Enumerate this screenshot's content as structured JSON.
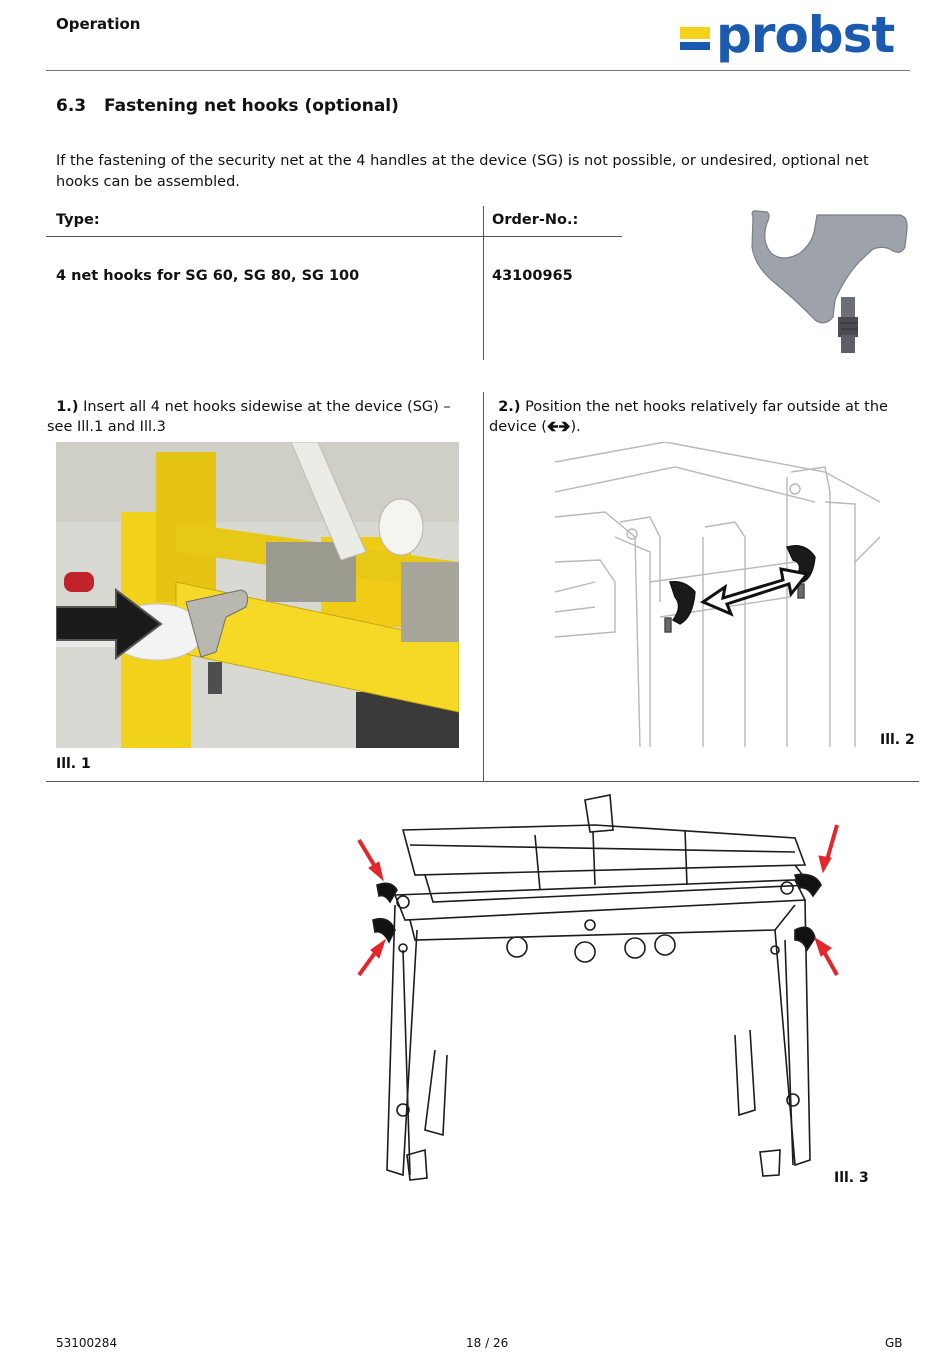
{
  "header": {
    "section": "Operation",
    "logo_text": "probst"
  },
  "section": {
    "number": "6.3",
    "title": "Fastening net hooks (optional)"
  },
  "intro": "If the fastening of the security net at the 4 handles at the device (SG) is not possible, or undesired, optional net hooks can be assembled.",
  "table": {
    "col_type": "Type:",
    "col_order": "Order-No.:",
    "row_type": "4 net hooks for SG 60, SG 80, SG 100",
    "row_order": "43100965"
  },
  "steps": [
    {
      "num": "1.)",
      "text": "Insert all 4 net hooks sidewise at the device (SG) – see Ill.1 and Ill.3"
    },
    {
      "num": "2.)",
      "text_before": "Position the net hooks relatively far outside at the device (",
      "arrow": "🡸🡺",
      "text_after": ")."
    }
  ],
  "illustrations": {
    "ill1": "Ill. 1",
    "ill2": "Ill. 2",
    "ill3": "Ill. 3"
  },
  "footer": {
    "doc_no": "53100284",
    "page": "18 / 26",
    "lang": "GB"
  },
  "colors": {
    "brand_blue": "#1a5bb0",
    "brand_yellow": "#f6d31a",
    "device_yellow": "#f2d21a",
    "arrow_red": "#e3262b"
  }
}
